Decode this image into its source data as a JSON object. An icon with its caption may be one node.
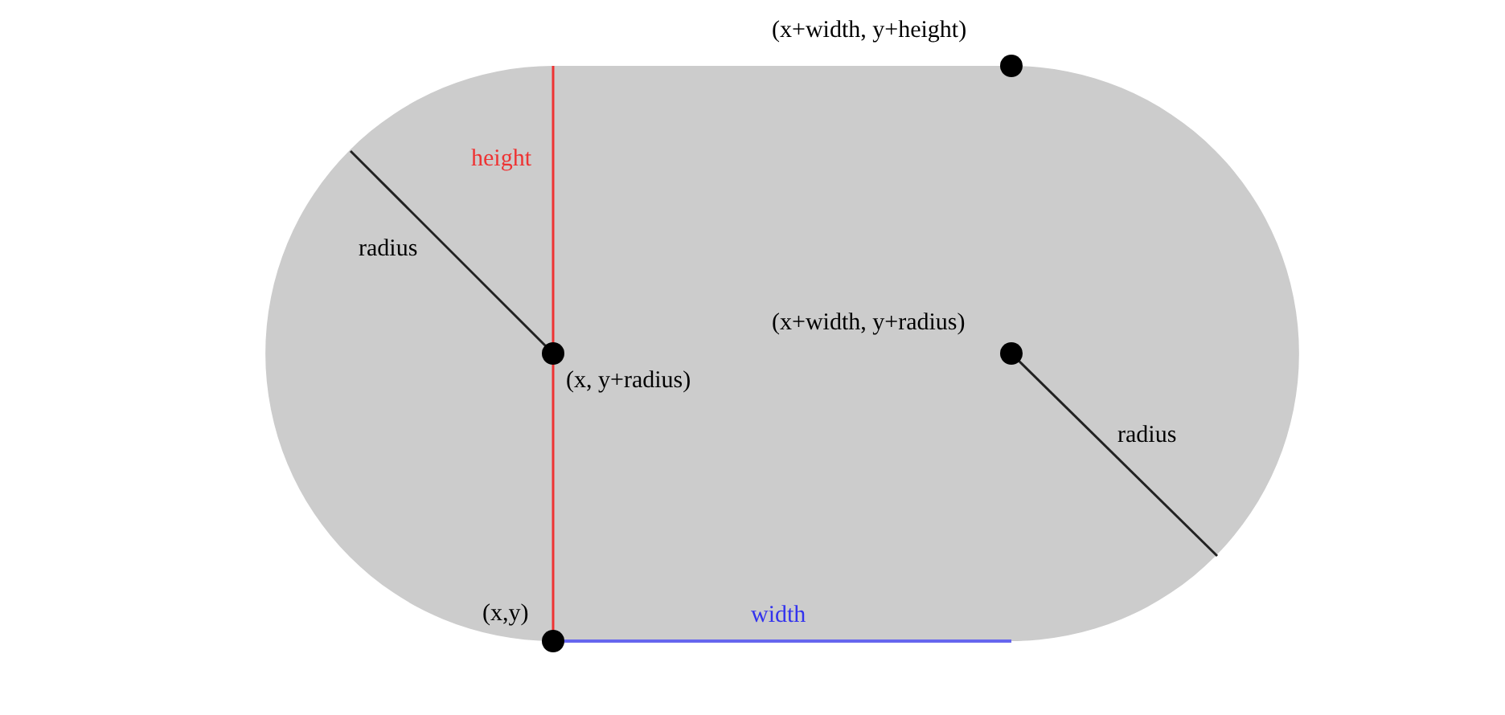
{
  "diagram": {
    "labels": [
      "(x+width, y+height)",
      "height",
      "radius",
      "(x+width, y+radius)",
      "(x, y+radius)",
      "radius",
      "(x,y)",
      "width"
    ]
  }
}
